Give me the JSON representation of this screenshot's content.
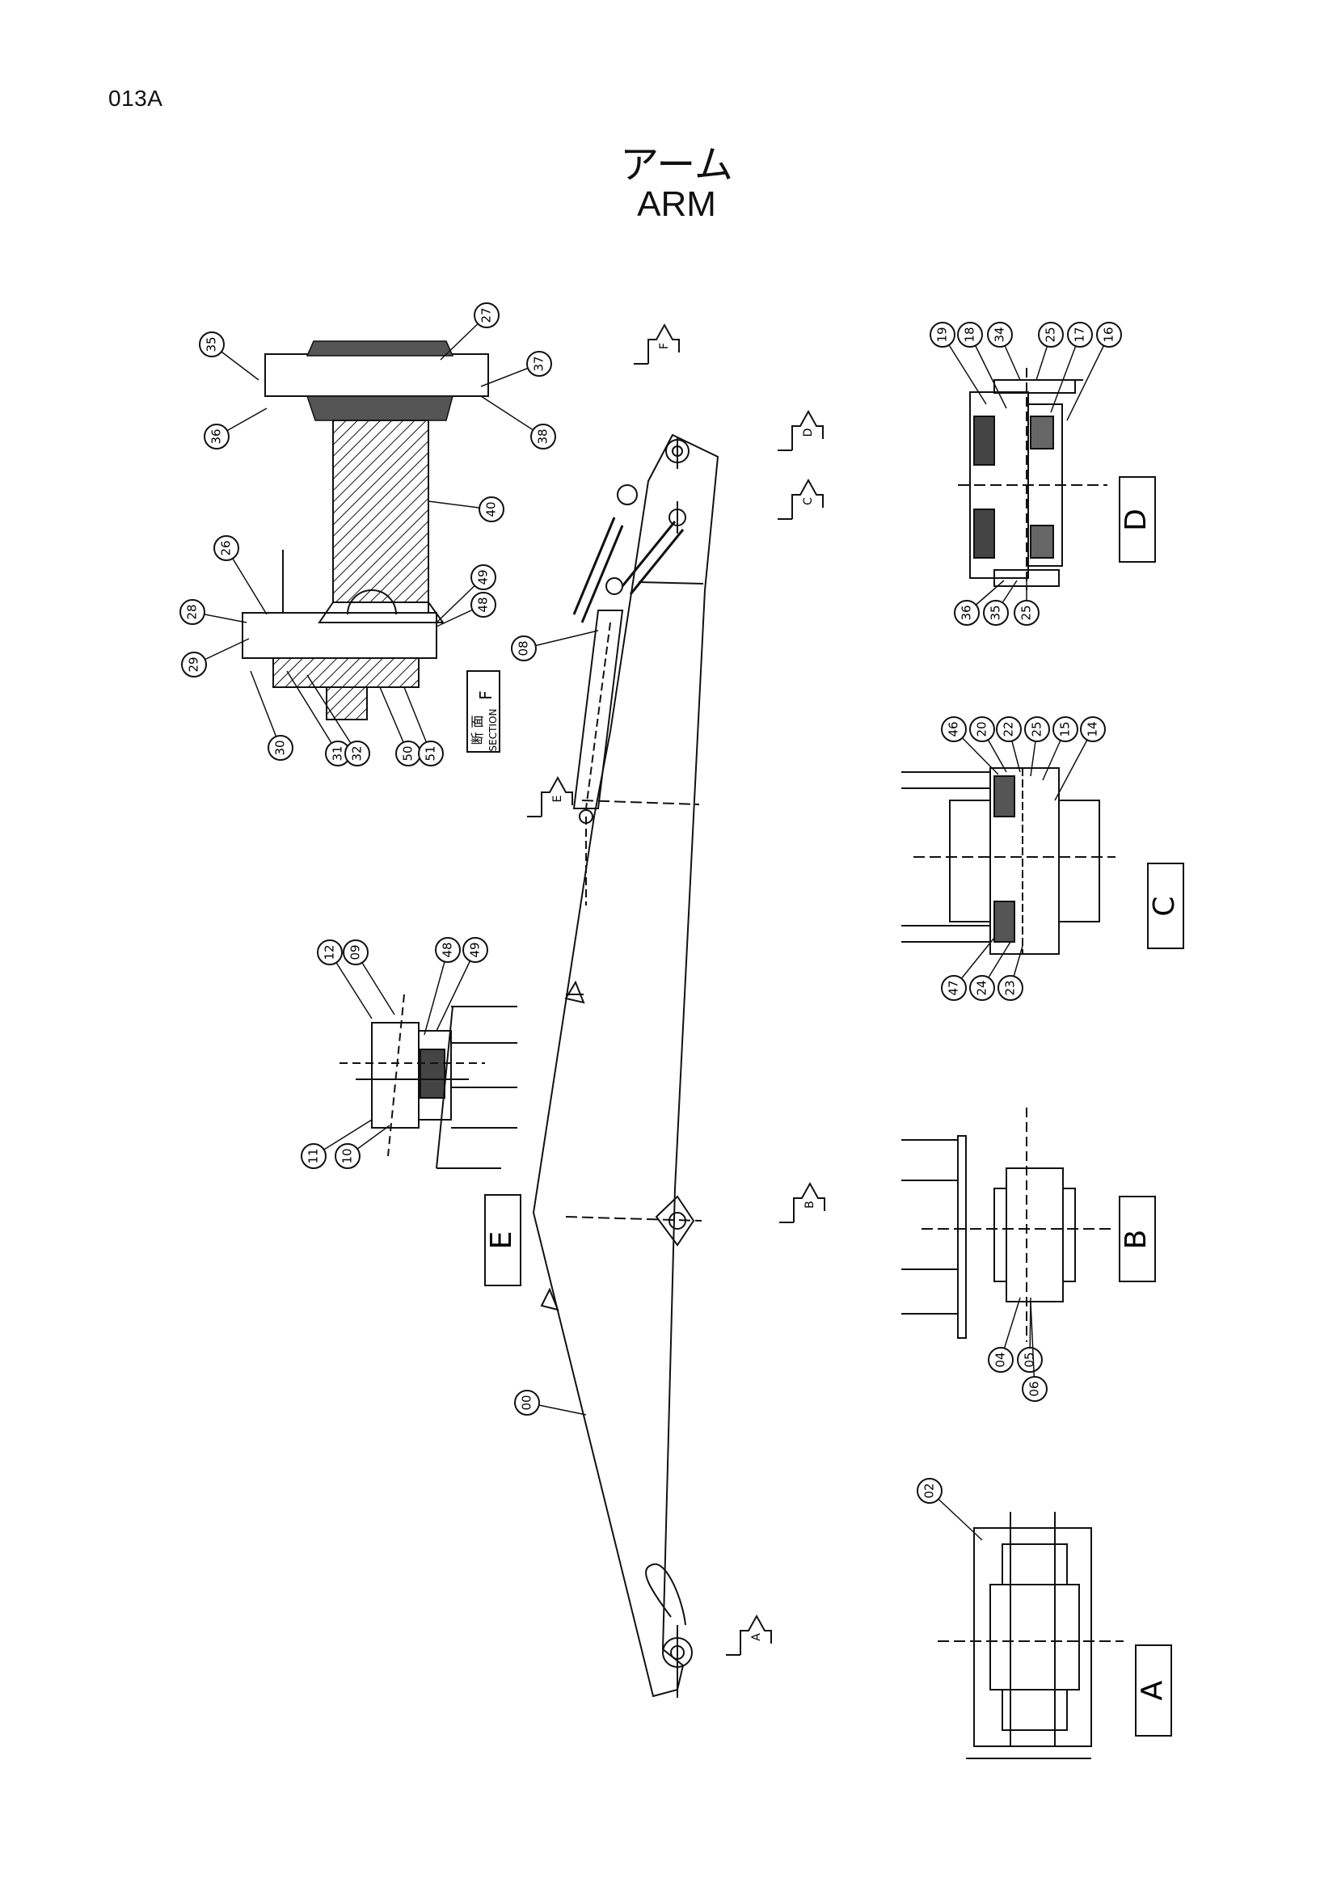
{
  "page": {
    "code": "013A",
    "title_jp": "アーム",
    "title_en": "ARM"
  },
  "views": {
    "A": "A",
    "B": "B",
    "C": "C",
    "D": "D",
    "E": "E",
    "section_f_jp": "断 面",
    "section_f_en": "SECTION",
    "section_f_letter": "F"
  },
  "view_arrows": [
    "F",
    "D",
    "C",
    "E",
    "B",
    "A"
  ],
  "callouts": {
    "section_f": [
      "35",
      "36",
      "27",
      "37",
      "38",
      "40",
      "26",
      "49",
      "48",
      "28",
      "29",
      "30",
      "31",
      "32",
      "50",
      "51"
    ],
    "view_e": [
      "12",
      "09",
      "48",
      "49",
      "11",
      "10"
    ],
    "arm": [
      "08",
      "00"
    ],
    "view_d": [
      "19",
      "18",
      "34",
      "25",
      "17",
      "16",
      "36",
      "35",
      "25"
    ],
    "view_c": [
      "46",
      "20",
      "22",
      "25",
      "15",
      "14",
      "47",
      "24",
      "23"
    ],
    "view_b": [
      "04",
      "05",
      "06"
    ],
    "view_a": [
      "02"
    ]
  }
}
